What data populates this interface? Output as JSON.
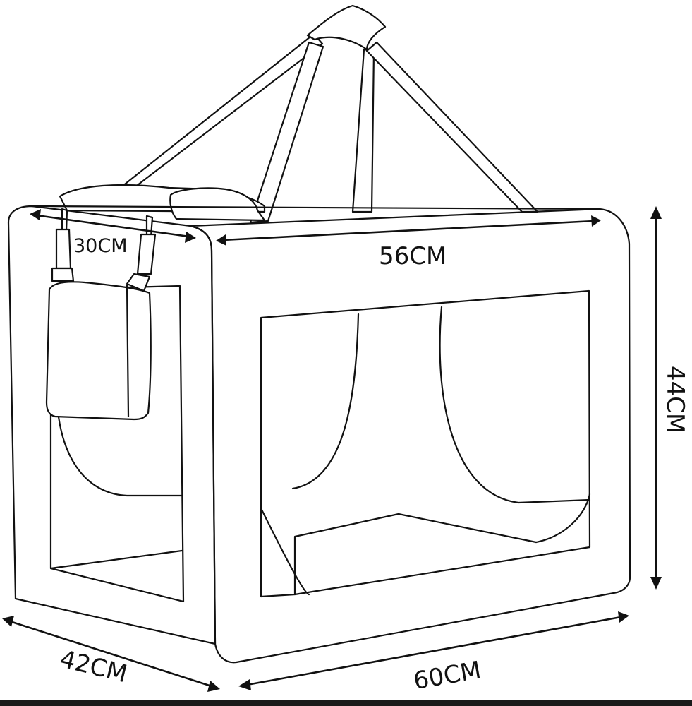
{
  "dimensions": {
    "top_side_depth": "30CM",
    "top_front_length": "56CM",
    "height": "44CM",
    "bottom_side_depth": "42CM",
    "bottom_front_length": "60CM"
  },
  "colors": {
    "line": "#111111",
    "background": "#ffffff",
    "bottom_border": "#1a1a1a"
  }
}
